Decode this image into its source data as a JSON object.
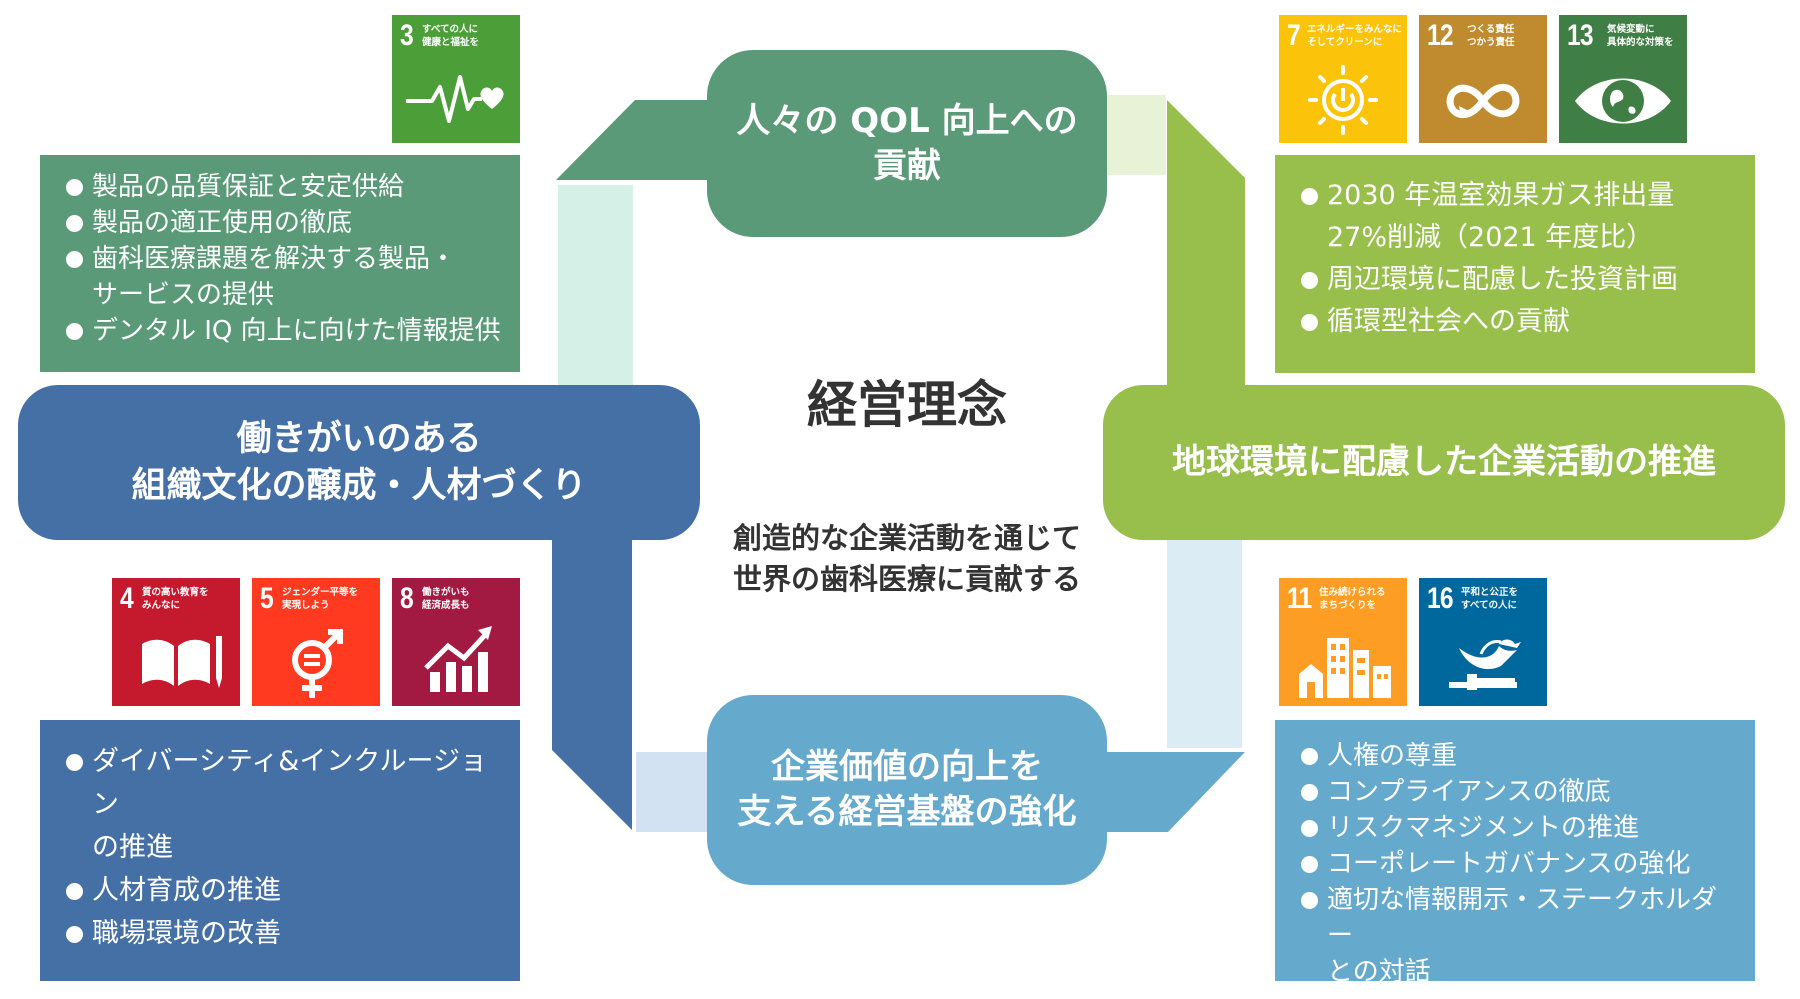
{
  "colors": {
    "qol": "#5a9a78",
    "env": "#98bf4c",
    "people": "#4470a6",
    "mgmt": "#65a9cc",
    "text_dark": "#333333"
  },
  "center": {
    "title": "経営理念",
    "subtitle_line1": "創造的な企業活動を通じて",
    "subtitle_line2": "世界の歯科医療に貢献する"
  },
  "qol": {
    "title_line1": "人々の QOL 向上への",
    "title_line2": "貢献",
    "items": [
      "製品の品質保証と安定供給",
      "製品の適正使用の徹底",
      "歯科医療課題を解決する製品・",
      "デンタル IQ 向上に向けた情報提供"
    ],
    "item3_cont": "サービスの提供"
  },
  "env": {
    "title": "地球環境に配慮した企業活動の推進",
    "item1_line1": "2030 年温室効果ガス排出量",
    "item1_line2": "27%削減（2021 年度比）",
    "item2": "周辺環境に配慮した投資計画",
    "item3": "循環型社会への貢献"
  },
  "people": {
    "title_line1": "働きがいのある",
    "title_line2": "組織文化の醸成・人材づくり",
    "item1_line1": "ダイバーシティ&インクルージョン",
    "item1_line2": "の推進",
    "item2": "人材育成の推進",
    "item3": "職場環境の改善"
  },
  "mgmt": {
    "title_line1": "企業価値の向上を",
    "title_line2": "支える経営基盤の強化",
    "items": [
      "人権の尊重",
      "コンプライアンスの徹底",
      "リスクマネジメントの推進",
      "コーポレートガバナンスの強化",
      "適切な情報開示・ステークホルダー"
    ],
    "item5_cont": "との対話"
  },
  "sdgs": [
    {
      "id": "3",
      "color": "#4c9f38",
      "label1": "すべての人に",
      "label2": "健康と福祉を",
      "icon": "heartbeat-icon"
    },
    {
      "id": "7",
      "color": "#fcc30b",
      "label1": "エネルギーをみんなに",
      "label2": "そしてクリーンに",
      "icon": "sun-power-icon"
    },
    {
      "id": "12",
      "color": "#bf8b2e",
      "label1": "つくる責任",
      "label2": "つかう責任",
      "icon": "infinity-icon"
    },
    {
      "id": "13",
      "color": "#3f7e44",
      "label1": "気候変動に",
      "label2": "具体的な対策を",
      "icon": "eye-globe-icon"
    },
    {
      "id": "4",
      "color": "#c5192d",
      "label1": "質の高い教育を",
      "label2": "みんなに",
      "icon": "book-pencil-icon"
    },
    {
      "id": "5",
      "color": "#ff3a21",
      "label1": "ジェンダー平等を",
      "label2": "実現しよう",
      "icon": "gender-equality-icon"
    },
    {
      "id": "8",
      "color": "#a21942",
      "label1": "働きがいも",
      "label2": "経済成長も",
      "icon": "growth-chart-icon"
    },
    {
      "id": "11",
      "color": "#fd9d24",
      "label1": "住み続けられる",
      "label2": "まちづくりを",
      "icon": "city-buildings-icon"
    },
    {
      "id": "16",
      "color": "#00689d",
      "label1": "平和と公正を",
      "label2": "すべての人に",
      "icon": "dove-gavel-icon"
    }
  ]
}
